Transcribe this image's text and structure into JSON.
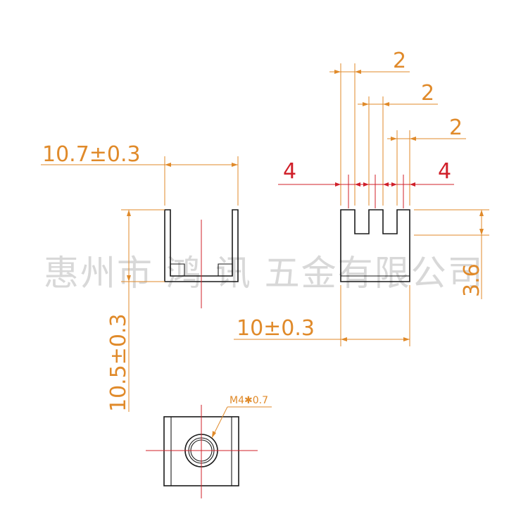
{
  "colors": {
    "outline": "#1a1a1a",
    "dimension": "#e08a2a",
    "centerline": "#d0202a",
    "watermark": "#d8d8d8"
  },
  "watermark": "惠州市 鸿 讯 五金有限公司",
  "front_view": {
    "width_label": "10.7±0.3",
    "height_label": "10.5±0.3"
  },
  "side_view": {
    "pitch_labels": [
      "2",
      "2",
      "2"
    ],
    "edge_labels": [
      "4",
      "4"
    ],
    "height_label": "3.6",
    "width_label": "10±0.3"
  },
  "top_view": {
    "thread_label": "M4✱0.7"
  }
}
